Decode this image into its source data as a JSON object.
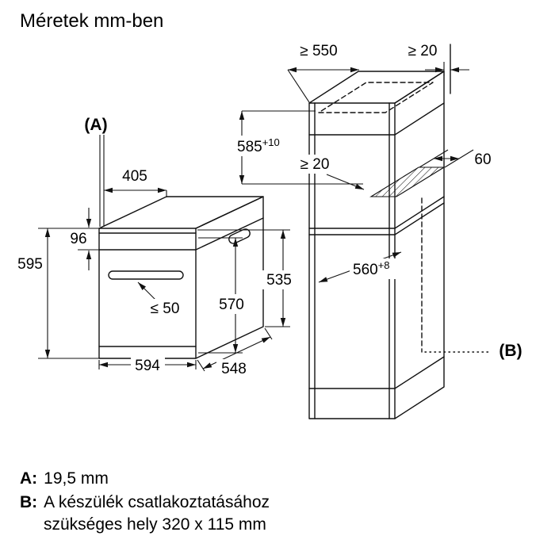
{
  "title": "Méretek mm-ben",
  "oven": {
    "label_a": "(A)",
    "top_width": "405",
    "panel_height": "96",
    "height": "595",
    "handle_depth": "≤ 50",
    "door_height": "570",
    "side_height": "535",
    "width": "594",
    "depth": "548"
  },
  "cabinet": {
    "top_depth": "≥ 550",
    "rear_gap_top": "≥ 20",
    "niche_height": "585",
    "niche_height_tol": "+10",
    "vent_gap": "≥ 20",
    "vent_depth": "60",
    "niche_depth": "560",
    "niche_depth_tol": "+8",
    "label_b": "(B)"
  },
  "legend": {
    "a_key": "A:",
    "a_value": "19,5 mm",
    "b_key": "B:",
    "b_text": "A készülék csatlakoztatásához",
    "b_text2": "szükséges hely 320 x 115 mm"
  }
}
